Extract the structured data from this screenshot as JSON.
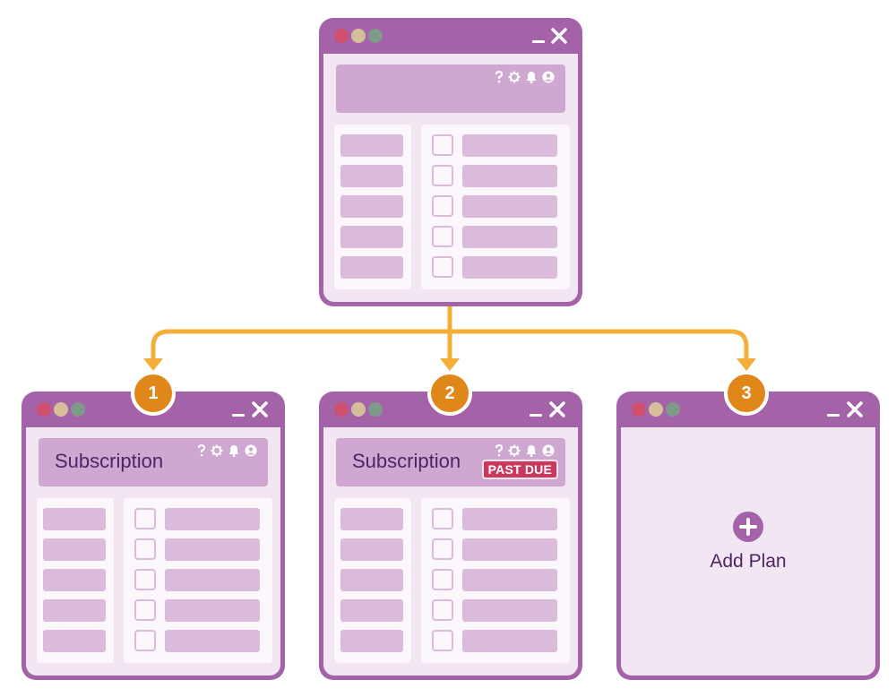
{
  "colors": {
    "window_frame": "#a463a9",
    "window_body": "#f1e6f1",
    "header_bar": "#cea8d0",
    "placeholder": "#dbbbdc",
    "panel": "#fcf7fc",
    "connector": "#f4ae3a",
    "step_badge": "#e08719",
    "past_due": "#c8395d",
    "title_text": "#4f2465"
  },
  "icons": [
    "help-icon",
    "settings-icon",
    "notifications-icon",
    "user-icon"
  ],
  "top_window": {
    "header_title": ""
  },
  "windows": [
    {
      "step": "1",
      "header_title": "Subscription",
      "badge": ""
    },
    {
      "step": "2",
      "header_title": "Subscription",
      "badge": "PAST DUE"
    },
    {
      "step": "3",
      "action_label": "Add Plan"
    }
  ]
}
